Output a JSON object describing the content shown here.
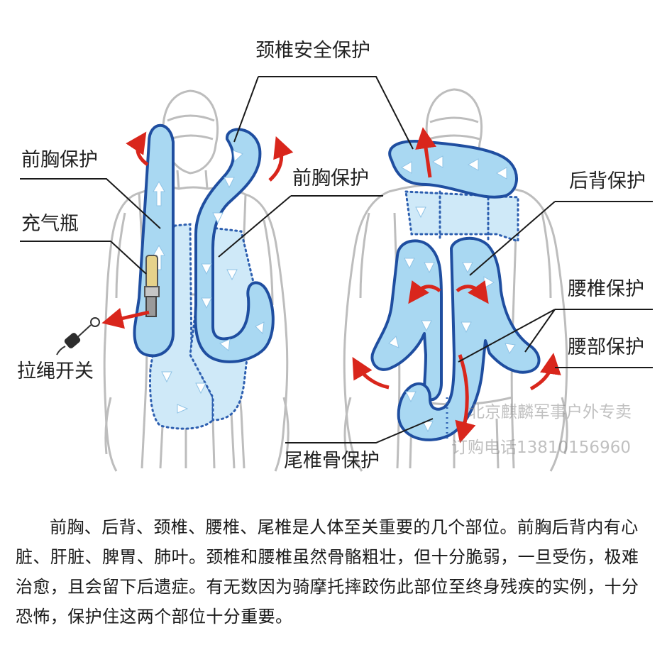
{
  "labels": {
    "neck": "颈椎安全保护",
    "chest_left": "前胸保护",
    "chest_right": "前胸保护",
    "cylinder": "充气瓶",
    "pull_switch": "拉绳开关",
    "back": "后背保护",
    "lumbar_spine": "腰椎保护",
    "waist": "腰部保护",
    "tailbone": "尾椎骨保护"
  },
  "watermark": {
    "line1": "北京麒麟军事户外专卖",
    "line2": "订购电话13810156960"
  },
  "caption": "前胸、后背、颈椎、腰椎、尾椎是人体至关重要的几个部位。前胸后背内有心脏、肝脏、脾胃、肺叶。颈椎和腰椎虽然骨骼粗壮，但十分脆弱，一旦受伤，极难治愈，且会留下后遗症。有无数因为骑摩托摔跤伤此部位至终身残疾的实例，十分恐怖，保护住这两个部位十分重要。",
  "colors": {
    "airbag_fill": "#a9d8f2",
    "airbag_outline": "#1f4ea0",
    "arrow_red": "#d9261c",
    "figure_line": "#b8b8b8"
  }
}
